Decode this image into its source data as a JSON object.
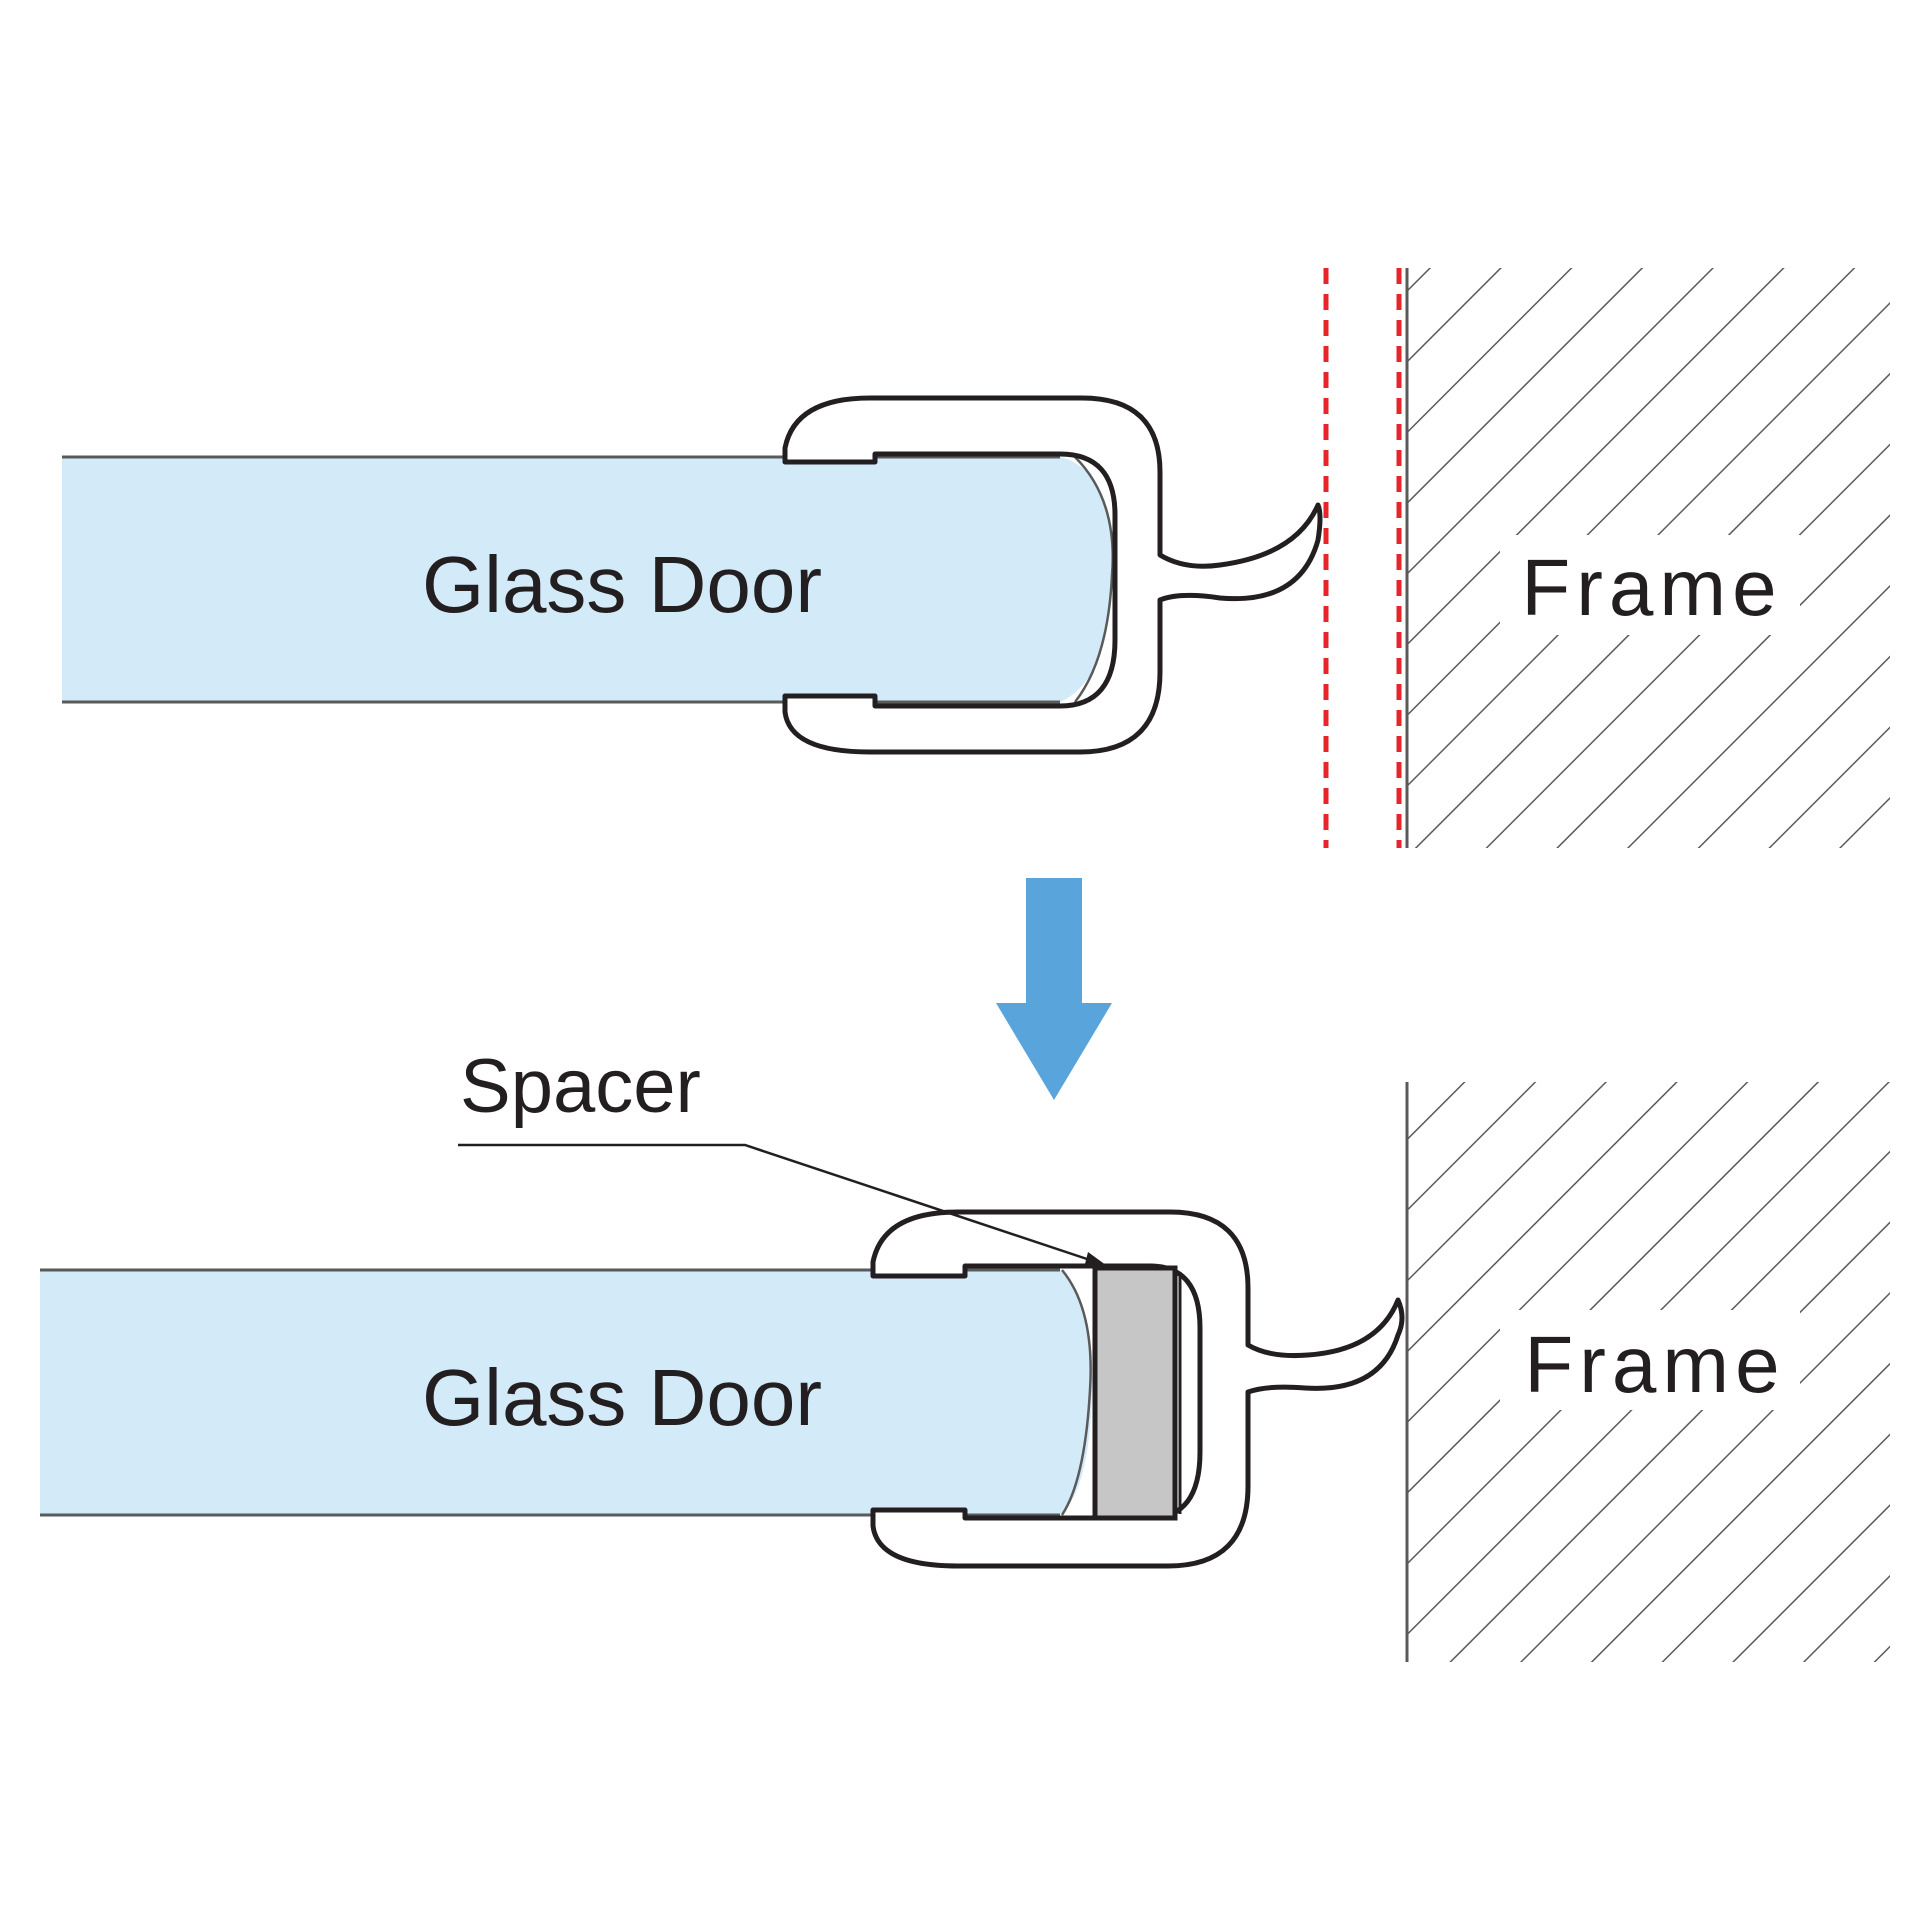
{
  "top_panel": {
    "glass_label": "Glass Door",
    "frame_label": "Frame"
  },
  "bottom_panel": {
    "glass_label": "Glass Door",
    "frame_label": "Frame",
    "spacer_label": "Spacer"
  },
  "colors": {
    "glass_fill": "#d3eaf9",
    "spacer_fill": "#c6c6c6",
    "gap_marker": "#e8242b",
    "arrow": "#5aa4dc",
    "outline": "#231f20",
    "hatch": "#5a5a5a"
  },
  "icons": {
    "transition": "down-arrow-icon"
  }
}
